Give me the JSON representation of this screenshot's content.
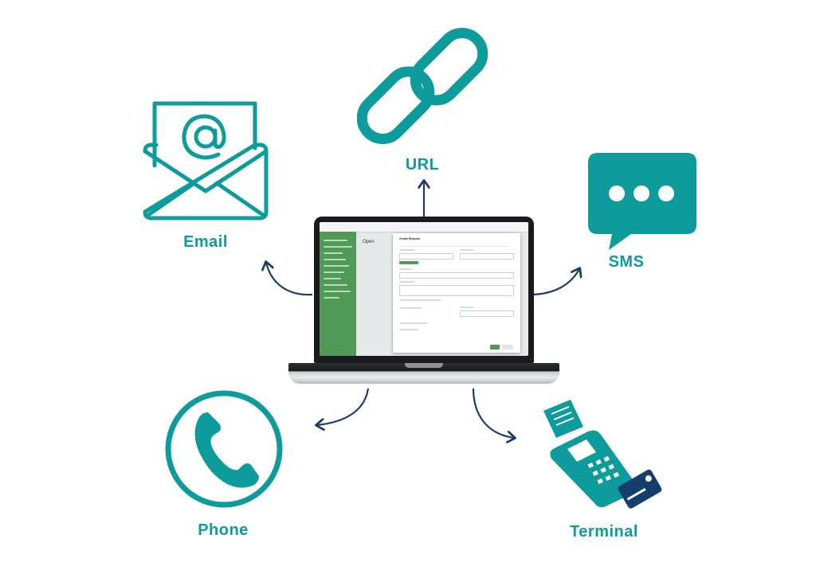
{
  "colors": {
    "accent": "#0d9b9b",
    "arrow": "#1e3b63",
    "card_navy": "#143e6b",
    "screen_green": "#4f9a57"
  },
  "nodes": {
    "email": {
      "label": "Email",
      "icon": "envelope-at-icon"
    },
    "url": {
      "label": "URL",
      "icon": "chain-link-icon"
    },
    "sms": {
      "label": "SMS",
      "icon": "chat-bubble-dots-icon"
    },
    "phone": {
      "label": "Phone",
      "icon": "phone-handset-icon"
    },
    "terminal": {
      "label": "Terminal",
      "icon": "card-terminal-icon"
    }
  },
  "center": {
    "device": "laptop-icon",
    "screen": {
      "background_heading": "Open",
      "dialog_title": "Create Request"
    }
  }
}
